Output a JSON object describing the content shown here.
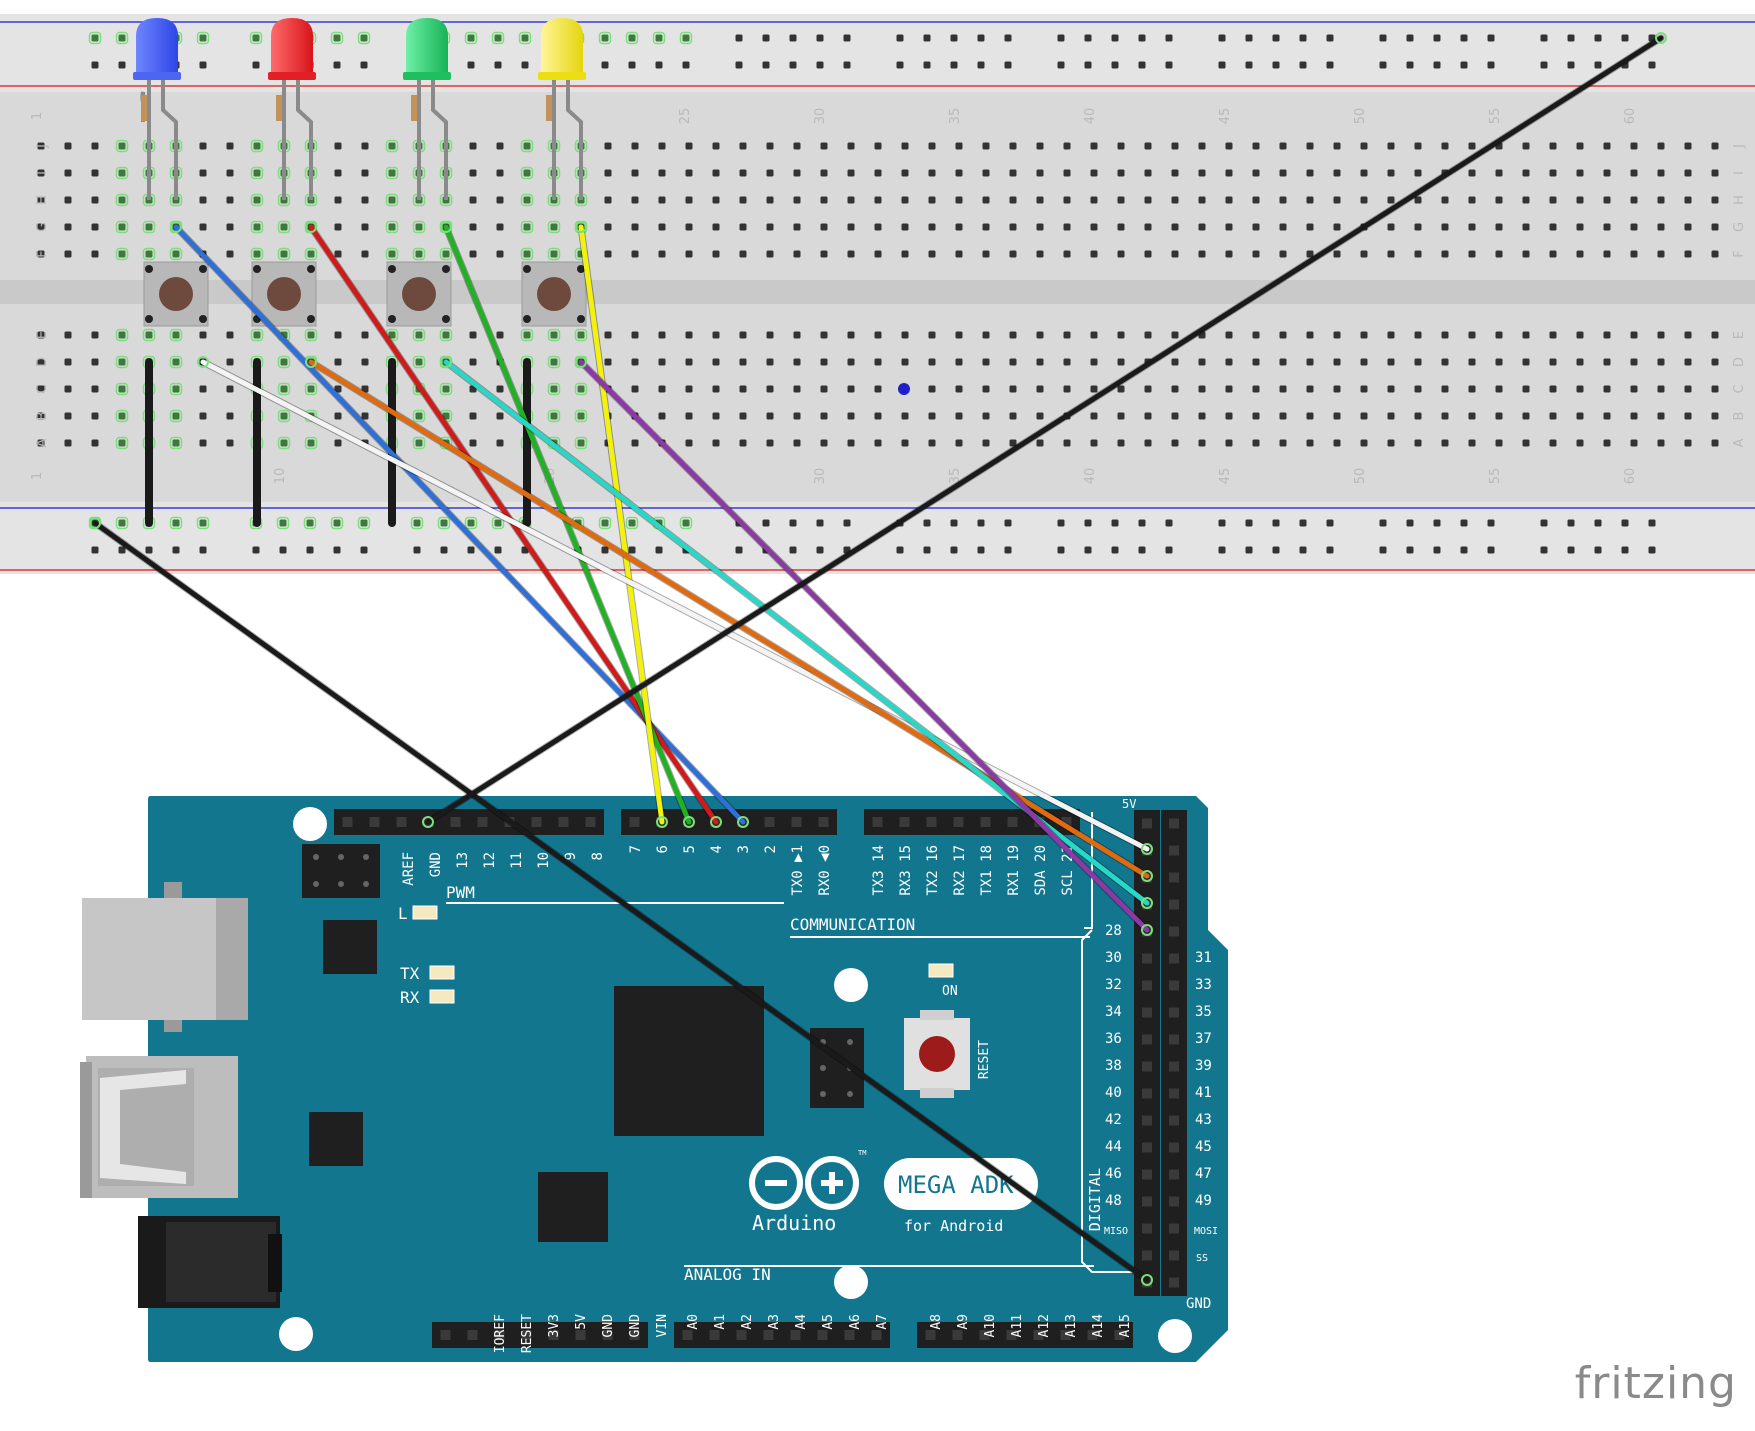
{
  "breadboard": {
    "column_numbers_top": [
      "1",
      "25",
      "30",
      "35",
      "40",
      "45",
      "50",
      "55",
      "60"
    ],
    "column_numbers_bottom": [
      "1",
      "10",
      "20",
      "30",
      "35",
      "40",
      "45",
      "50",
      "55",
      "60"
    ],
    "row_letters_top": [
      "J",
      "I",
      "H",
      "G",
      "F"
    ],
    "row_letters_bottom": [
      "E",
      "D",
      "C",
      "B",
      "A"
    ]
  },
  "components": {
    "leds": [
      {
        "name": "blue",
        "color": "#3a5bff"
      },
      {
        "name": "red",
        "color": "#ee1c25"
      },
      {
        "name": "green",
        "color": "#20c865"
      },
      {
        "name": "yellow",
        "color": "#f3e81a"
      }
    ],
    "buttons": 4
  },
  "wires": {
    "blue": "#2f6fd6",
    "red": "#d11a1a",
    "green": "#22b025",
    "yellow": "#f2f20e",
    "white": "#f4f4f4",
    "orange": "#e06a10",
    "cyan": "#2ad6c6",
    "purple": "#8a3ba3",
    "black": "#1a1a1a"
  },
  "arduino": {
    "board_color": "#13768f",
    "top_header_pins": [
      "AREF",
      "GND",
      "13",
      "12",
      "11",
      "10",
      "9",
      "8"
    ],
    "pwm_pins": [
      "7",
      "6",
      "5",
      "4",
      "3",
      "2",
      "TX0 ▶1",
      "RX0 ◀0"
    ],
    "comm_pins": [
      "TX3 14",
      "RX3 15",
      "TX2 16",
      "RX2 17",
      "TX1 18",
      "RX1 19",
      "SDA 20",
      "SCL 21"
    ],
    "pwm_label": "PWM",
    "comm_label": "COMMUNICATION",
    "led_l": "L",
    "tx": "TX",
    "rx": "RX",
    "on": "ON",
    "reset": "RESET",
    "brand": "Arduino",
    "model": "MEGA ADK",
    "model_sub": "for Android",
    "tm": "TM",
    "power_pins": [
      "IOREF",
      "RESET",
      "3V3",
      "5V",
      "GND",
      "GND",
      "VIN"
    ],
    "analog_label": "ANALOG IN",
    "analog_pins_a": [
      "A0",
      "A1",
      "A2",
      "A3",
      "A4",
      "A5",
      "A6",
      "A7"
    ],
    "analog_pins_b": [
      "A8",
      "A9",
      "A10",
      "A11",
      "A12",
      "A13",
      "A14",
      "A15"
    ],
    "digital_left": [
      "30",
      "32",
      "34",
      "36",
      "38",
      "40",
      "42",
      "44",
      "46",
      "48"
    ],
    "digital_right": [
      "31",
      "33",
      "35",
      "37",
      "39",
      "41",
      "43",
      "45",
      "47",
      "49"
    ],
    "digital_top_left": "28",
    "digital_label": "DIGITAL",
    "miso": "MISO",
    "mosi": "MOSI",
    "ss": "SS",
    "five_v": "5V",
    "gnd_bottom": "GND"
  },
  "watermark": "fritzing"
}
